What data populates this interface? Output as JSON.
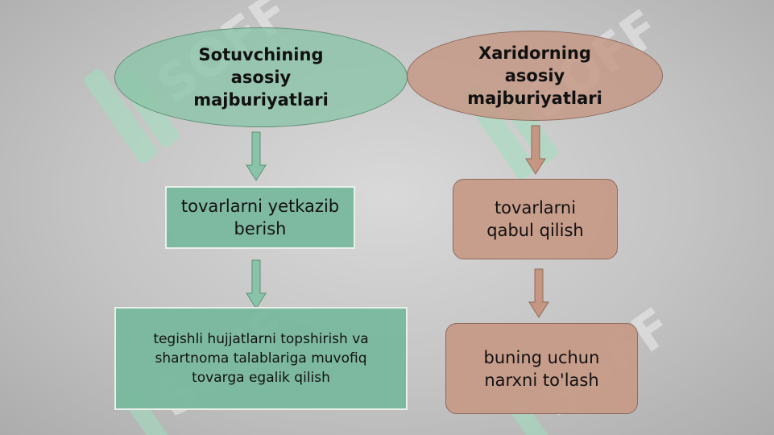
{
  "colors": {
    "seller_ellipse": "#8ac4a8",
    "seller_box": "#79b89e",
    "buyer_ellipse": "#c59682",
    "buyer_box": "#c69a88",
    "watermark": "#9ee0be"
  },
  "seller": {
    "title": "Sotuvchining asosiy majburiyatlari",
    "duty_1": "tovarlarni yetkazib berish",
    "duty_2": "tegishli hujjatlarni topshirish va shartnoma talablariga muvofiq tovarga egalik qilish"
  },
  "buyer": {
    "title": "Xaridorning asosiy majburiyatlari",
    "duty_1": "tovarlarni qabul qilish",
    "duty_2": "buning uchun narxni to'lash"
  },
  "watermark": {
    "text": "SOFF"
  }
}
